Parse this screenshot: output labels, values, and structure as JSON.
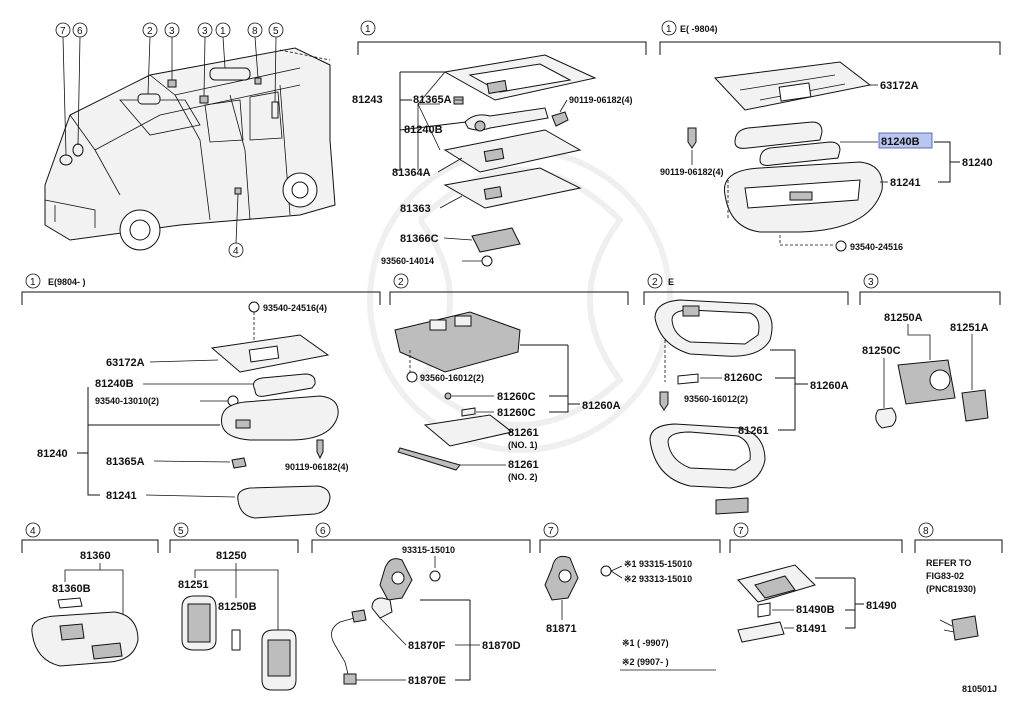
{
  "footer": {
    "code": "810501J"
  },
  "van": {
    "callouts": [
      "7",
      "6",
      "2",
      "3",
      "3",
      "1",
      "8",
      "5",
      "4"
    ]
  },
  "p1": {
    "title": "1",
    "parts": {
      "p81243": "81243",
      "p81365a": "81365A",
      "p90119": "90119-06182(4)",
      "p81240b": "81240B",
      "p81364a": "81364A",
      "p81363": "81363",
      "p81366c": "81366C",
      "p93560": "93560-14014"
    }
  },
  "p1e": {
    "title": "1",
    "cond": "E(    -9804)",
    "parts": {
      "p63172a": "63172A",
      "p81240b": "81240B",
      "p81240": "81240",
      "p90119": "90119-06182(4)",
      "p81241": "81241",
      "p93540": "93540-24516"
    }
  },
  "p1e2": {
    "title": "1",
    "cond": "E(9804-     )",
    "parts": {
      "p93540a": "93540-24516(4)",
      "p63172a": "63172A",
      "p81240b": "81240B",
      "p93540b": "93540-13010(2)",
      "p81240": "81240",
      "p81365a": "81365A",
      "p90119": "90119-06182(4)",
      "p81241": "81241"
    }
  },
  "p2": {
    "title": "2",
    "parts": {
      "p93560": "93560-16012(2)",
      "p81260c1": "81260C",
      "p81260c2": "81260C",
      "p81260a": "81260A",
      "p81261a": "81261",
      "p81261an": "(NO. 1)",
      "p81261b": "81261",
      "p81261bn": "(NO. 2)"
    }
  },
  "p2e": {
    "title": "2",
    "cond": "E",
    "parts": {
      "p81260c": "81260C",
      "p81260a": "81260A",
      "p93560": "93560-16012(2)",
      "p81261": "81261"
    }
  },
  "p3": {
    "title": "3",
    "parts": {
      "p81250a": "81250A",
      "p81251a": "81251A",
      "p81250c": "81250C"
    }
  },
  "p4": {
    "title": "4",
    "parts": {
      "p81360": "81360",
      "p81360b": "81360B"
    }
  },
  "p5": {
    "title": "5",
    "parts": {
      "p81250": "81250",
      "p81251": "81251",
      "p81250b": "81250B"
    }
  },
  "p6": {
    "title": "6",
    "parts": {
      "p93315": "93315-15010",
      "p81870f": "81870F",
      "p81870d": "81870D",
      "p81870e": "81870E"
    }
  },
  "p7a": {
    "title": "7",
    "parts": {
      "p93315": "※1 93315-15010",
      "p93313": "※2 93313-15010",
      "p81871": "81871"
    },
    "notes": {
      "n1": "※1  (      -9907)",
      "n2": "※2  (9907-     )"
    }
  },
  "p7b": {
    "title": "7",
    "parts": {
      "p81490b": "81490B",
      "p81490": "81490",
      "p81491": "81491"
    }
  },
  "p8": {
    "title": "8",
    "refer": [
      "REFER TO",
      "FIG83-02",
      "(PNC81930)"
    ]
  }
}
